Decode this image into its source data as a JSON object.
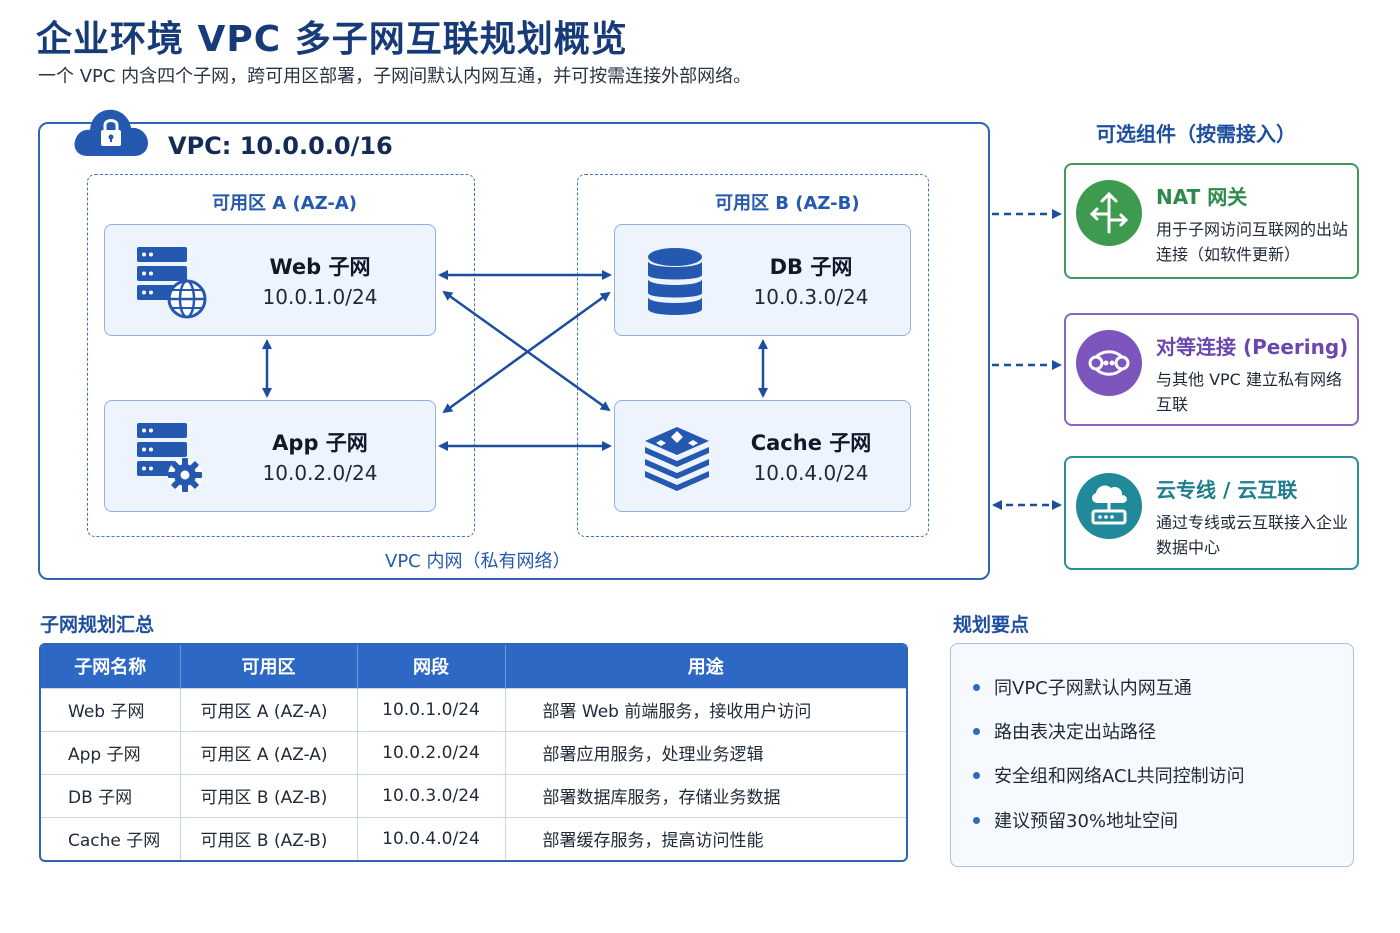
{
  "header": {
    "title": "企业环境 VPC 多子网互联规划概览",
    "subtitle": "一个 VPC 内含四个子网，跨可用区部署，子网间默认内网互通，并可按需连接外部网络。"
  },
  "vpc": {
    "label": "VPC: 10.0.0.0/16",
    "inner_label": "VPC 内网（私有网络）",
    "zones": [
      {
        "label": "可用区 A (AZ-A)"
      },
      {
        "label": "可用区 B (AZ-B)"
      }
    ],
    "subnets": [
      {
        "name": "Web 子网",
        "cidr": "10.0.1.0/24",
        "icon": "web-server-globe-icon"
      },
      {
        "name": "App 子网",
        "cidr": "10.0.2.0/24",
        "icon": "app-server-gear-icon"
      },
      {
        "name": "DB 子网",
        "cidr": "10.0.3.0/24",
        "icon": "database-icon"
      },
      {
        "name": "Cache 子网",
        "cidr": "10.0.4.0/24",
        "icon": "cache-layers-icon"
      }
    ]
  },
  "optional": {
    "title": "可选组件（按需接入）",
    "items": [
      {
        "title": "NAT 网关",
        "desc": "用于子网访问互联网的出站连接（如软件更新）",
        "icon": "nat-gateway-icon",
        "color": "#3d9a4f"
      },
      {
        "title": "对等连接 (Peering)",
        "desc": "与其他 VPC 建立私有网络互联",
        "icon": "peering-icon",
        "color": "#7c55bd"
      },
      {
        "title": "云专线 / 云互联",
        "desc": "通过专线或云互联接入企业数据中心",
        "icon": "cloud-router-icon",
        "color": "#20899a"
      }
    ]
  },
  "table": {
    "title": "子网规划汇总",
    "headers": [
      "子网名称",
      "可用区",
      "网段",
      "用途"
    ],
    "rows": [
      [
        "Web 子网",
        "可用区 A (AZ-A)",
        "10.0.1.0/24",
        "部署 Web 前端服务，接收用户访问"
      ],
      [
        "App 子网",
        "可用区 A (AZ-A)",
        "10.0.2.0/24",
        "部署应用服务，处理业务逻辑"
      ],
      [
        "DB 子网",
        "可用区 B (AZ-B)",
        "10.0.3.0/24",
        "部署数据库服务，存储业务数据"
      ],
      [
        "Cache 子网",
        "可用区 B (AZ-B)",
        "10.0.4.0/24",
        "部署缓存服务，提高访问性能"
      ]
    ]
  },
  "tips": {
    "title": "规划要点",
    "items": [
      "同VPC子网默认内网互通",
      "路由表决定出站路径",
      "安全组和网络ACL共同控制访问",
      "建议预留30%地址空间"
    ]
  },
  "colors": {
    "primary": "#2d69c4",
    "title": "#173a78",
    "nat": "#3d9a4f",
    "peering": "#7c55bd",
    "direct_connect": "#20899a"
  }
}
